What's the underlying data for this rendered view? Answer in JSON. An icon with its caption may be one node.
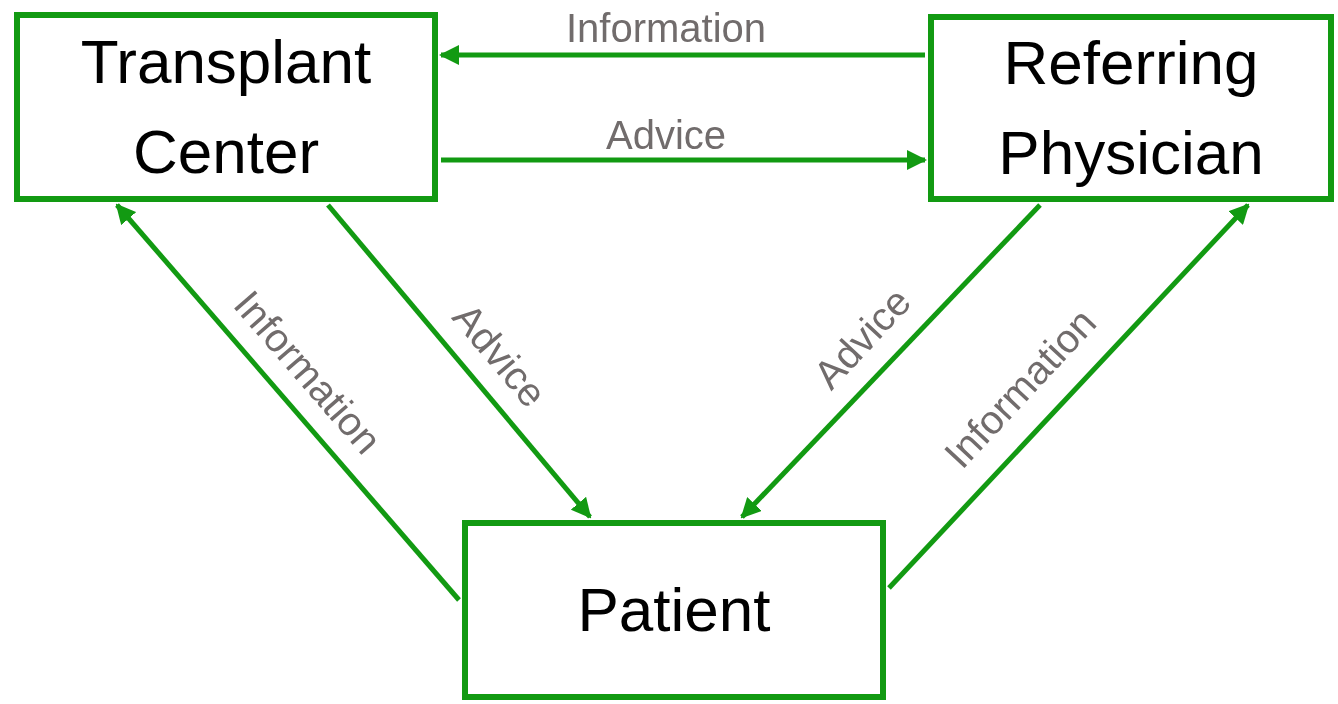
{
  "diagram": {
    "nodes": [
      {
        "text": [
          "Transplant Center"
        ]
      },
      {
        "text": [
          "Referring Physician"
        ]
      },
      {
        "text": [
          "Patient"
        ]
      }
    ],
    "edges": [
      {
        "from": 1,
        "to": 0,
        "arrow": "to",
        "label": "Information"
      },
      {
        "from": 0,
        "to": 1,
        "arrow": "to",
        "label": "Advice"
      },
      {
        "from": 2,
        "to": 0,
        "arrow": "to",
        "label": "Information"
      },
      {
        "from": 0,
        "to": 2,
        "arrow": "to",
        "label": "Advice"
      },
      {
        "from": 1,
        "to": 2,
        "arrow": "to",
        "label": "Advice"
      },
      {
        "from": 2,
        "to": 1,
        "arrow": "to",
        "label": "Information"
      }
    ]
  }
}
